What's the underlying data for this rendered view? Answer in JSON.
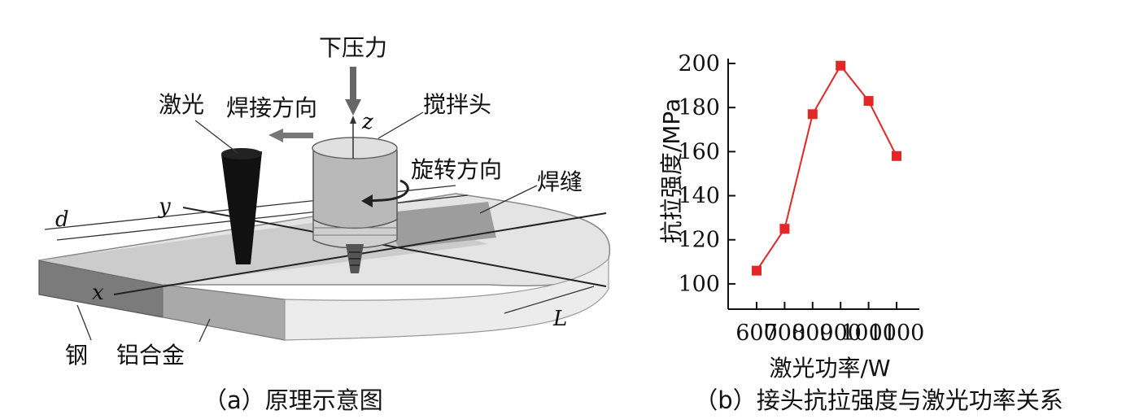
{
  "diagram": {
    "labels": {
      "pressure": "下压力",
      "laser": "激光",
      "weld_direction": "焊接方向",
      "stir_head": "搅拌头",
      "rotation_direction": "旋转方向",
      "weld_seam": "焊缝",
      "steel": "钢",
      "aluminum_alloy": "铝合金",
      "axis_x": "x",
      "axis_y": "y",
      "axis_z": "z",
      "dim_d": "d",
      "dim_L": "L"
    },
    "caption": "（a）原理示意图"
  },
  "chart_data": {
    "type": "line",
    "caption": "（b）接头抗拉强度与激光功率关系",
    "xlabel": "激光功率/W",
    "ylabel": "抗拉强度/MPa",
    "x": [
      600,
      700,
      800,
      900,
      1000,
      1100
    ],
    "xlim": [
      600,
      1100
    ],
    "xticks": [
      "600",
      "700",
      "800",
      "900",
      "1000",
      "1100"
    ],
    "ylim": [
      90,
      200
    ],
    "yticks": [
      "100",
      "120",
      "140",
      "160",
      "180",
      "200"
    ],
    "series": [
      {
        "values": [
          106,
          125,
          177,
          199,
          183,
          158
        ],
        "color": "#e32626"
      }
    ],
    "grid": false
  }
}
